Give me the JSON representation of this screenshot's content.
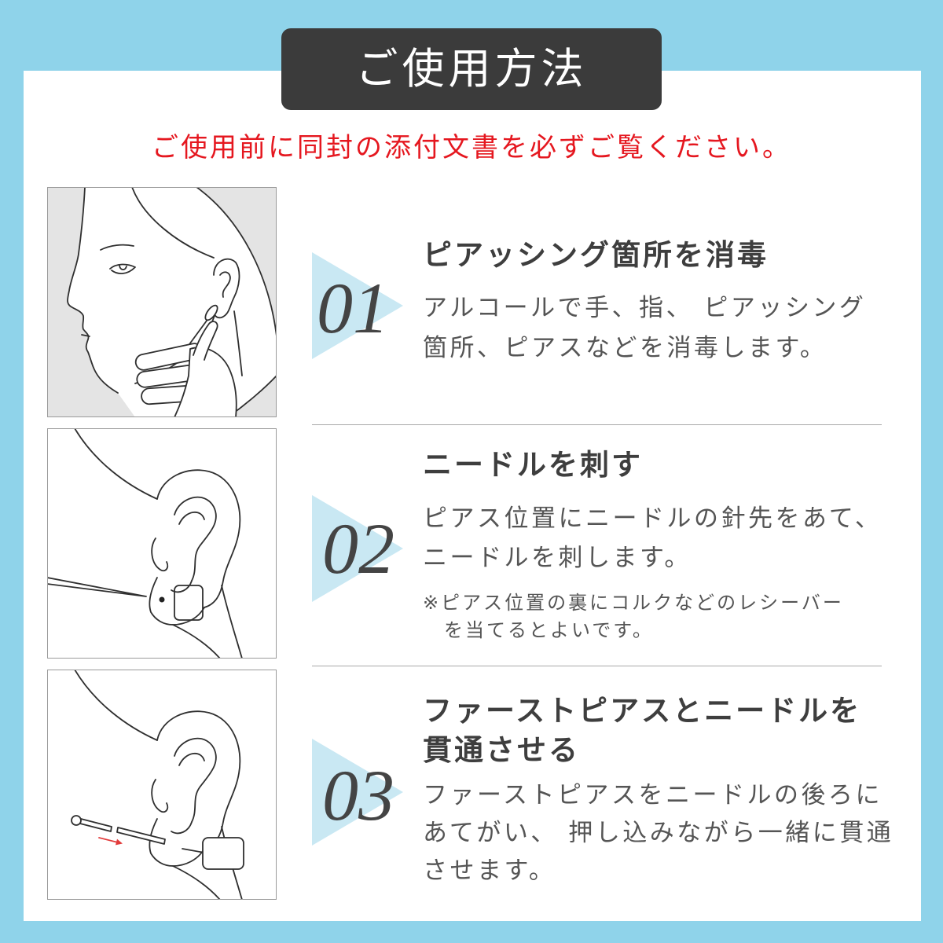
{
  "title": "ご使用方法",
  "notice": "ご使用前に同封の添付文書を必ずご覧ください。",
  "colors": {
    "background": "#8fd3ea",
    "card": "#ffffff",
    "title_bg": "#3b3b3b",
    "notice": "#e5171f",
    "triangle": "#c9e8f3",
    "heading": "#3e3e3e",
    "text": "#555555",
    "number": "#444444",
    "arrow": "#e23b3b",
    "illustration_bg": "#e4e4e4"
  },
  "steps": [
    {
      "number": "01",
      "illustration": "disinfect-ear-illustration",
      "title_lines": [
        "ピアッシング箇所を消毒"
      ],
      "body_lines": [
        "アルコールで手、指、 ピアッシング",
        "箇所、ピアスなどを消毒します。"
      ],
      "note_lines": []
    },
    {
      "number": "02",
      "illustration": "needle-insert-illustration",
      "title_lines": [
        "ニードルを刺す"
      ],
      "body_lines": [
        "ピアス位置にニードルの針先をあて、",
        "ニードルを刺します。"
      ],
      "note_lines": [
        "※ピアス位置の裏にコルクなどのレシーバー",
        "を当てるとよいです。"
      ]
    },
    {
      "number": "03",
      "illustration": "pierce-through-illustration",
      "title_lines": [
        "ファーストピアスとニードルを",
        "貫通させる"
      ],
      "body_lines": [
        "ファーストピアスをニードルの後ろに",
        "あてがい、 押し込みながら一緒に貫通",
        "させます。"
      ],
      "note_lines": []
    }
  ]
}
